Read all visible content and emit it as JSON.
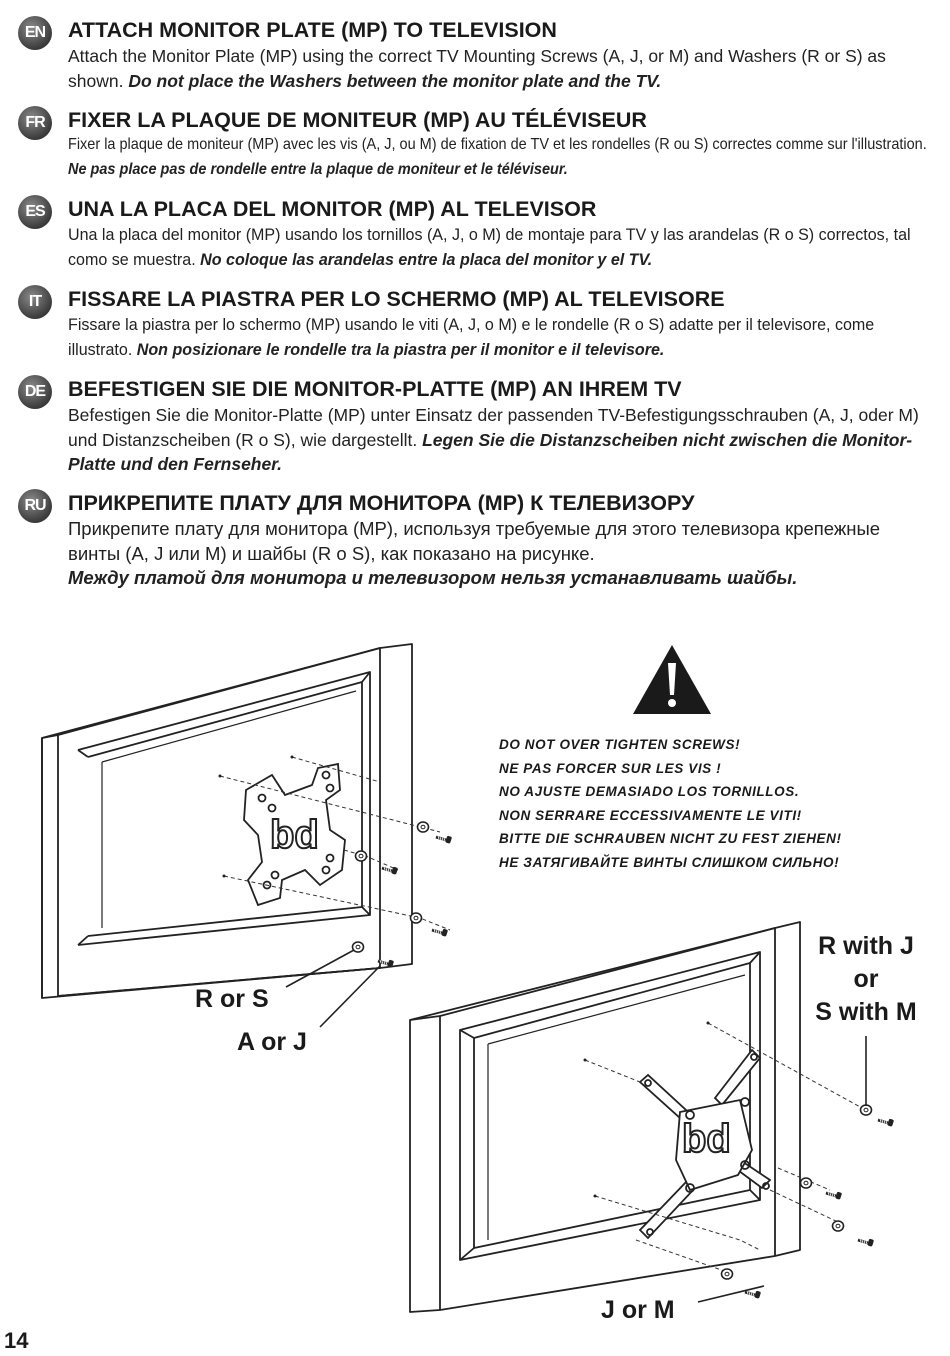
{
  "sections": [
    {
      "lang": "EN",
      "heading": "ATTACH MONITOR PLATE (MP) TO TELEVISION",
      "text": "Attach the Monitor Plate (MP) using the correct TV Mounting Screws (A, J, or M) and Washers (R or S) as shown. ",
      "bold": "Do not place the Washers between the monitor plate and the TV."
    },
    {
      "lang": "FR",
      "heading": "FIXER LA PLAQUE DE MONITEUR (MP) AU TÉLÉVISEUR",
      "text": "Fixer la plaque de moniteur (MP) avec les vis (A, J, ou M) de fixation de TV et les rondelles (R ou S) correctes comme sur l'illustration. ",
      "bold": "Ne pas place pas de rondelle entre la plaque de moniteur et le téléviseur."
    },
    {
      "lang": "ES",
      "heading": "UNA LA PLACA DEL MONITOR (MP) AL TELEVISOR",
      "text": "Una la placa del monitor (MP) usando los tornillos (A, J, o M) de montaje para TV y las arandelas (R o S) correctos, tal como se muestra. ",
      "bold": "No coloque las arandelas entre la placa del monitor y el TV."
    },
    {
      "lang": "IT",
      "heading": "FISSARE LA PIASTRA PER LO SCHERMO (MP) AL TELEVISORE",
      "text": "Fissare la piastra per lo schermo (MP) usando le viti (A, J, o M) e le rondelle (R o S) adatte per il televisore, come illustrato. ",
      "bold": "Non posizionare le rondelle tra la piastra per il monitor e il televisore."
    },
    {
      "lang": "DE",
      "heading": "BEFESTIGEN SIE DIE MONITOR-PLATTE (MP) AN IHREM TV",
      "text": "Befestigen Sie die Monitor-Platte (MP) unter Einsatz der passenden TV-Befestigungsschrauben (A, J, oder M) und Distanzscheiben (R o S), wie dargestellt. ",
      "bold": "Legen Sie die Distanzscheiben nicht zwischen die Monitor-Platte und den Fernseher."
    },
    {
      "lang": "RU",
      "heading": "ПРИКРЕПИТЕ ПЛАТУ ДЛЯ МОНИТОРА (MP) К ТЕЛЕВИЗОРУ",
      "text": "Прикрепите плату для монитора (MP), используя требуемые для этого телевизора крепежные винты (A, J или M) и шайбы (R o S), как показано на рисунке. ",
      "bold": "Между платой для монитора и телевизором нельзя устанавливать шайбы."
    }
  ],
  "warnings": [
    "DO NOT OVER TIGHTEN SCREWS!",
    "NE PAS FORCER SUR LES VIS !",
    "NO AJUSTE DEMASIADO LOS TORNILLOS.",
    "NON SERRARE ECCESSIVAMENTE LE VITI!",
    "BITTE DIE SCHRAUBEN NICHT ZU FEST ZIEHEN!",
    "НЕ ЗАТЯГИВАЙТЕ ВИНТЫ СЛИШКОМ СИЛЬНО!"
  ],
  "labels": {
    "r_or_s": "R or S",
    "a_or_j": "A or J",
    "r_with_j_1": "R with J",
    "r_with_j_2": "or",
    "r_with_j_3": "S with M",
    "j_or_m": "J or M"
  },
  "page_number": "14"
}
